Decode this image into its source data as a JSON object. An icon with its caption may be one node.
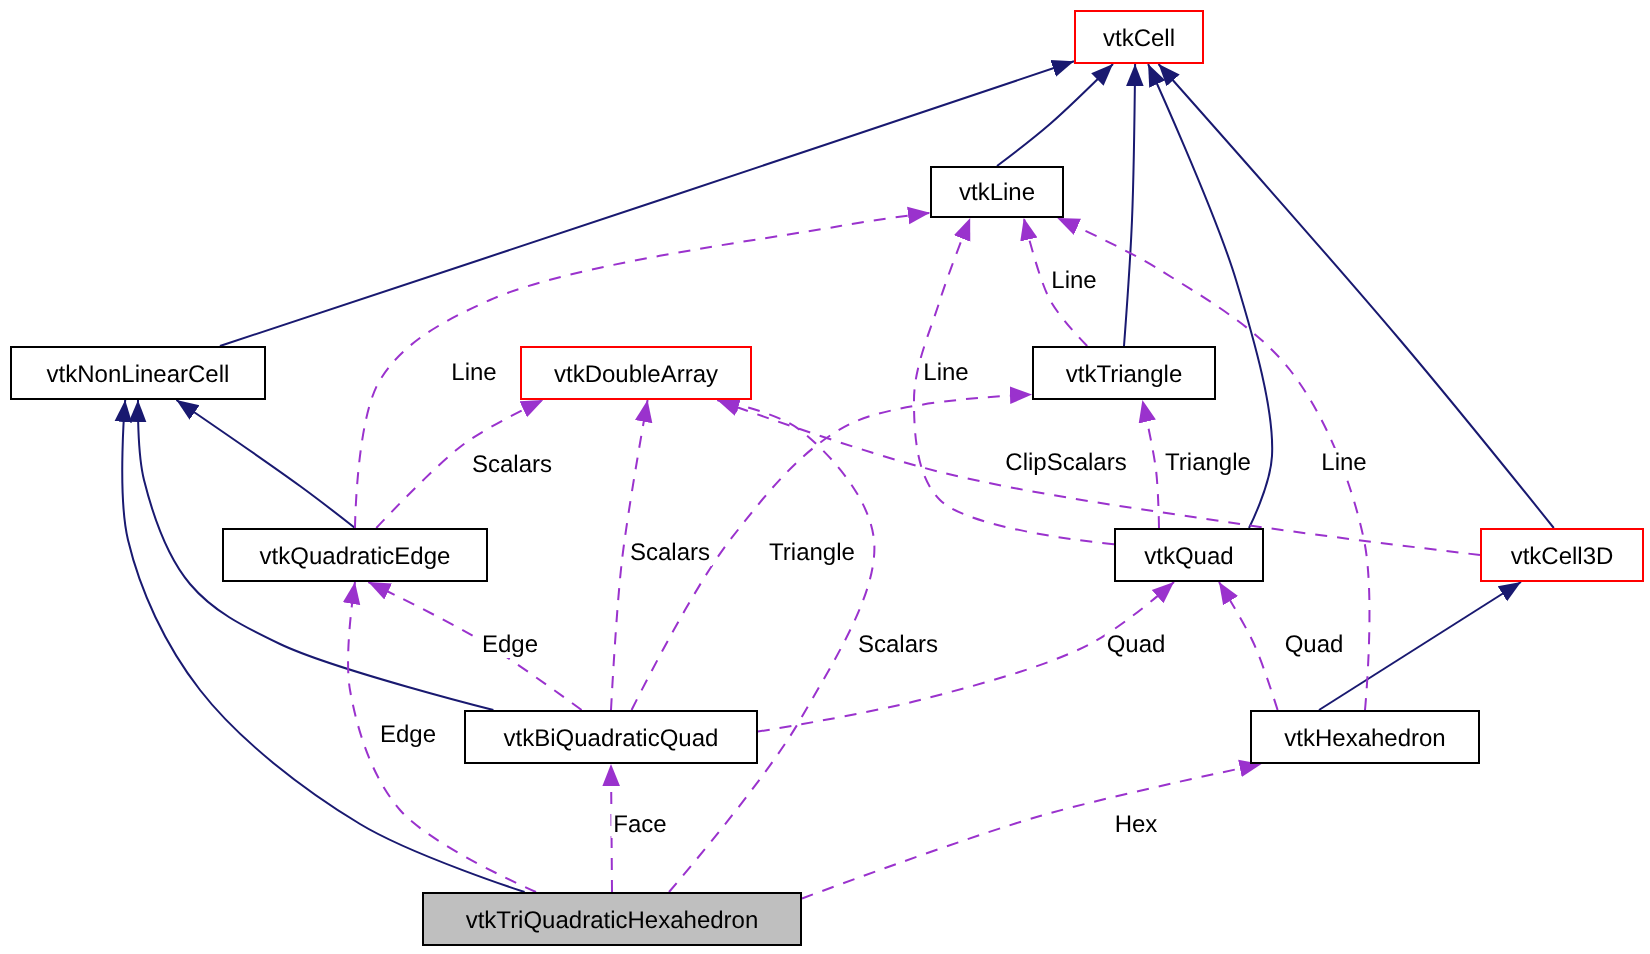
{
  "diagram": {
    "nodes": [
      {
        "text": [
          "vtkCell"
        ]
      },
      {
        "text": [
          "vtkLine"
        ]
      },
      {
        "text": [
          "vtkNonLinearCell"
        ]
      },
      {
        "text": [
          "vtkDoubleArray"
        ]
      },
      {
        "text": [
          "vtkTriangle"
        ]
      },
      {
        "text": [
          "vtkQuadraticEdge"
        ]
      },
      {
        "text": [
          "vtkQuad"
        ]
      },
      {
        "text": [
          "vtkCell3D"
        ]
      },
      {
        "text": [
          "vtkBiQuadraticQuad"
        ]
      },
      {
        "text": [
          "vtkHexahedron"
        ]
      },
      {
        "text": [
          "vtkTriQuadraticHexahedron"
        ]
      }
    ],
    "edges": [
      {
        "from": 2,
        "to": 0,
        "arrow": "to",
        "color": "#191970"
      },
      {
        "from": 1,
        "to": 0,
        "arrow": "to",
        "color": "#191970"
      },
      {
        "from": 4,
        "to": 0,
        "arrow": "to",
        "color": "#191970"
      },
      {
        "from": 6,
        "to": 0,
        "arrow": "to",
        "color": "#191970"
      },
      {
        "from": 7,
        "to": 0,
        "arrow": "to",
        "color": "#191970"
      },
      {
        "from": 5,
        "to": 2,
        "arrow": "to",
        "color": "#191970"
      },
      {
        "from": 8,
        "to": 2,
        "arrow": "to",
        "color": "#191970"
      },
      {
        "from": 10,
        "to": 2,
        "arrow": "to",
        "color": "#191970"
      },
      {
        "from": 9,
        "to": 7,
        "arrow": "to",
        "color": "#191970"
      },
      {
        "from": 5,
        "to": 1,
        "arrow": "to",
        "label": "Line",
        "style": "dashed"
      },
      {
        "from": 5,
        "to": 3,
        "arrow": "to",
        "label": "Scalars",
        "style": "dashed"
      },
      {
        "from": 8,
        "to": 3,
        "arrow": "to",
        "label": "Scalars",
        "style": "dashed"
      },
      {
        "from": 10,
        "to": 3,
        "arrow": "to",
        "label": "Scalars",
        "style": "dashed"
      },
      {
        "from": 7,
        "to": 3,
        "arrow": "to",
        "label": "ClipScalars",
        "style": "dashed"
      },
      {
        "from": 6,
        "to": 1,
        "arrow": "to",
        "label": "Line",
        "style": "dashed"
      },
      {
        "from": 4,
        "to": 1,
        "arrow": "to",
        "label": "Line",
        "style": "dashed"
      },
      {
        "from": 9,
        "to": 1,
        "arrow": "to",
        "label": "Line",
        "style": "dashed"
      },
      {
        "from": 8,
        "to": 4,
        "arrow": "to",
        "label": "Triangle",
        "style": "dashed"
      },
      {
        "from": 6,
        "to": 4,
        "arrow": "to",
        "label": "Triangle",
        "style": "dashed"
      },
      {
        "from": 8,
        "to": 5,
        "arrow": "to",
        "label": "Edge",
        "style": "dashed"
      },
      {
        "from": 10,
        "to": 5,
        "arrow": "to",
        "label": "Edge",
        "style": "dashed"
      },
      {
        "from": 8,
        "to": 6,
        "arrow": "to",
        "label": "Quad",
        "style": "dashed"
      },
      {
        "from": 9,
        "to": 6,
        "arrow": "to",
        "label": "Quad",
        "style": "dashed"
      },
      {
        "from": 10,
        "to": 8,
        "arrow": "to",
        "label": "Face",
        "style": "dashed"
      },
      {
        "from": 10,
        "to": 9,
        "arrow": "to",
        "label": "Hex",
        "style": "dashed"
      }
    ]
  }
}
